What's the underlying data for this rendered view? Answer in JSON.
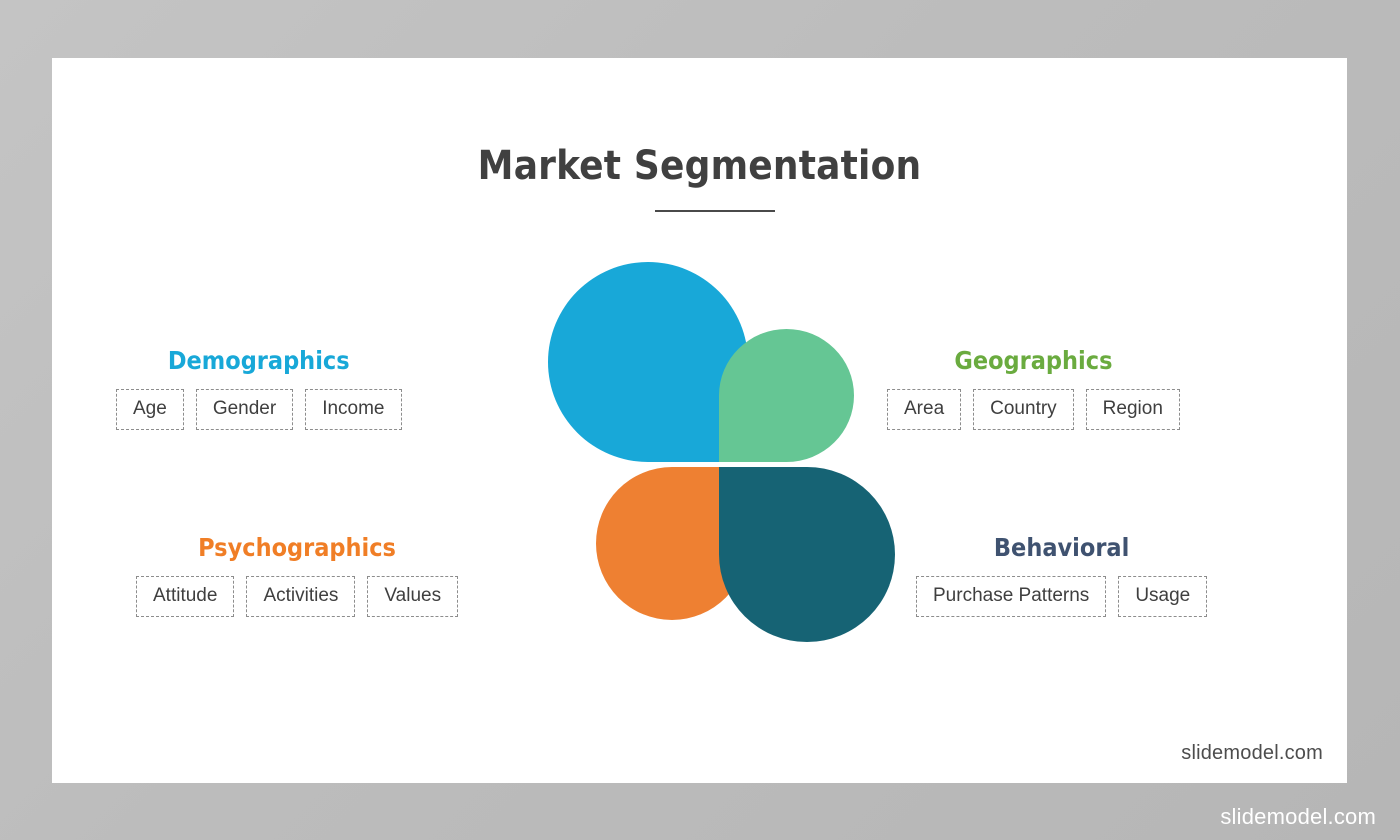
{
  "slide": {
    "title": "Market Segmentation",
    "watermark": "slidemodel.com"
  },
  "canvas": {
    "watermark": "slidemodel.com",
    "background_color": "#bfbfbf"
  },
  "diagram": {
    "type": "four-petal-quadrant",
    "center_label": "",
    "petals": [
      {
        "id": "demographics",
        "position": "top-left",
        "color": "#18a8d8",
        "size": 200
      },
      {
        "id": "geographics",
        "position": "top-right",
        "color": "#65c694",
        "size": 135
      },
      {
        "id": "psychographics",
        "position": "bottom-left",
        "color": "#ee8032",
        "size": 152
      },
      {
        "id": "behavioral",
        "position": "bottom-right",
        "color": "#166374",
        "size": 176
      }
    ]
  },
  "groups": {
    "demographics": {
      "title": "Demographics",
      "color": "#18a8d8",
      "tags": [
        "Age",
        "Gender",
        "Income"
      ]
    },
    "geographics": {
      "title": "Geographics",
      "color": "#6aab3f",
      "tags": [
        "Area",
        "Country",
        "Region"
      ]
    },
    "psychographics": {
      "title": "Psychographics",
      "color": "#f07e26",
      "tags": [
        "Attitude",
        "Activities",
        "Values"
      ]
    },
    "behavioral": {
      "title": "Behavioral",
      "color": "#3f5270",
      "tags": [
        "Purchase Patterns",
        "Usage"
      ]
    }
  }
}
